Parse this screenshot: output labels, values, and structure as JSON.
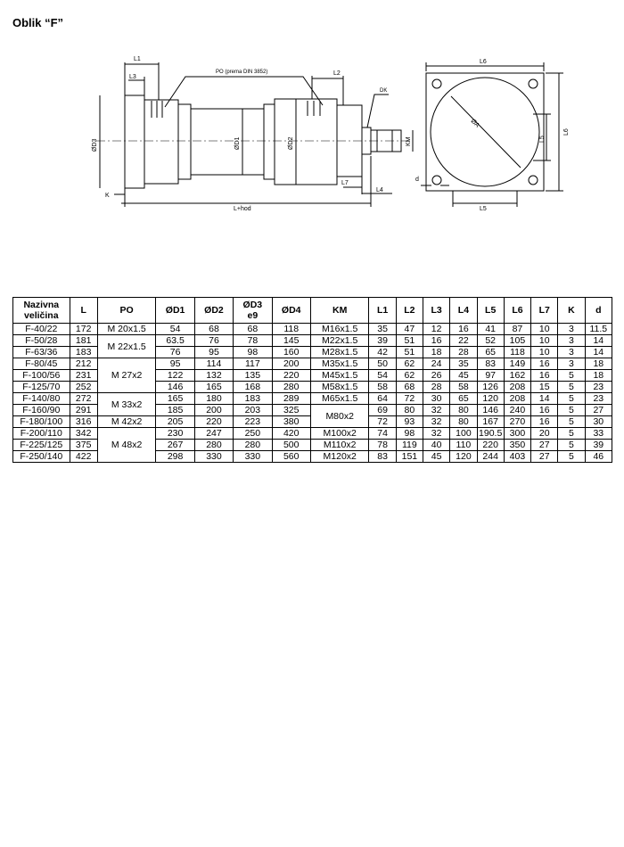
{
  "page": {
    "title": "Oblik “F”"
  },
  "drawing": {
    "labels": {
      "L1": "L1",
      "L3": "L3",
      "PO": "PO (prema DIN 3852)",
      "L2": "L2",
      "DK": "DK",
      "D3": "ØD3",
      "D1": "ØD1",
      "D2": "ØD2",
      "KM": "KM",
      "K": "K",
      "L7": "L7",
      "L4": "L4",
      "Lhod": "L+hod",
      "L6": "L6",
      "DA": "ØA",
      "L5": "L5",
      "d": "d"
    }
  },
  "table": {
    "headers": [
      {
        "k": "name",
        "l1": "Nazivna",
        "l2": "veličina"
      },
      {
        "k": "L",
        "l1": "L",
        "l2": ""
      },
      {
        "k": "PO",
        "l1": "PO",
        "l2": ""
      },
      {
        "k": "D1",
        "l1": "ØD1",
        "l2": ""
      },
      {
        "k": "D2",
        "l1": "ØD2",
        "l2": ""
      },
      {
        "k": "D3",
        "l1": "ØD3",
        "l2": "e9"
      },
      {
        "k": "D4",
        "l1": "ØD4",
        "l2": ""
      },
      {
        "k": "KM",
        "l1": "KM",
        "l2": ""
      },
      {
        "k": "L1",
        "l1": "L1",
        "l2": ""
      },
      {
        "k": "L2",
        "l1": "L2",
        "l2": ""
      },
      {
        "k": "L3",
        "l1": "L3",
        "l2": ""
      },
      {
        "k": "L4",
        "l1": "L4",
        "l2": ""
      },
      {
        "k": "L5",
        "l1": "L5",
        "l2": ""
      },
      {
        "k": "L6",
        "l1": "L6",
        "l2": ""
      },
      {
        "k": "L7",
        "l1": "L7",
        "l2": ""
      },
      {
        "k": "K",
        "l1": "K",
        "l2": ""
      },
      {
        "k": "d",
        "l1": "d",
        "l2": ""
      }
    ],
    "rows": [
      {
        "name": "F-40/22",
        "L": "172",
        "PO": "M 20x1.5",
        "PO_span": 1,
        "D1": "54",
        "D2": "68",
        "D3": "68",
        "D4": "118",
        "KM": "M16x1.5",
        "KM_span": 1,
        "L1": "35",
        "L2": "47",
        "L3": "12",
        "L4": "16",
        "L5": "41",
        "L6": "87",
        "L7": "10",
        "K": "3",
        "d": "11.5"
      },
      {
        "name": "F-50/28",
        "L": "181",
        "PO": "M 22x1.5",
        "PO_span": 2,
        "D1": "63.5",
        "D2": "76",
        "D3": "78",
        "D4": "145",
        "KM": "M22x1.5",
        "KM_span": 1,
        "L1": "39",
        "L2": "51",
        "L3": "16",
        "L4": "22",
        "L5": "52",
        "L6": "105",
        "L7": "10",
        "K": "3",
        "d": "14"
      },
      {
        "name": "F-63/36",
        "L": "183",
        "D1": "76",
        "D2": "95",
        "D3": "98",
        "D4": "160",
        "KM": "M28x1.5",
        "KM_span": 1,
        "L1": "42",
        "L2": "51",
        "L3": "18",
        "L4": "28",
        "L5": "65",
        "L6": "118",
        "L7": "10",
        "K": "3",
        "d": "14"
      },
      {
        "name": "F-80/45",
        "L": "212",
        "PO": "M 27x2",
        "PO_span": 3,
        "D1": "95",
        "D2": "114",
        "D3": "117",
        "D4": "200",
        "KM": "M35x1.5",
        "KM_span": 1,
        "L1": "50",
        "L2": "62",
        "L3": "24",
        "L4": "35",
        "L5": "83",
        "L6": "149",
        "L7": "16",
        "K": "3",
        "d": "18"
      },
      {
        "name": "F-100/56",
        "L": "231",
        "D1": "122",
        "D2": "132",
        "D3": "135",
        "D4": "220",
        "KM": "M45x1.5",
        "KM_span": 1,
        "L1": "54",
        "L2": "62",
        "L3": "26",
        "L4": "45",
        "L5": "97",
        "L6": "162",
        "L7": "16",
        "K": "5",
        "d": "18"
      },
      {
        "name": "F-125/70",
        "L": "252",
        "D1": "146",
        "D2": "165",
        "D3": "168",
        "D4": "280",
        "KM": "M58x1.5",
        "KM_span": 1,
        "L1": "58",
        "L2": "68",
        "L3": "28",
        "L4": "58",
        "L5": "126",
        "L6": "208",
        "L7": "15",
        "K": "5",
        "d": "23"
      },
      {
        "name": "F-140/80",
        "L": "272",
        "PO": "M 33x2",
        "PO_span": 2,
        "D1": "165",
        "D2": "180",
        "D3": "183",
        "D4": "289",
        "KM": "M65x1.5",
        "KM_span": 1,
        "L1": "64",
        "L2": "72",
        "L3": "30",
        "L4": "65",
        "L5": "120",
        "L6": "208",
        "L7": "14",
        "K": "5",
        "d": "23"
      },
      {
        "name": "F-160/90",
        "L": "291",
        "D1": "185",
        "D2": "200",
        "D3": "203",
        "D4": "325",
        "KM": "M80x2",
        "KM_span": 2,
        "L1": "69",
        "L2": "80",
        "L3": "32",
        "L4": "80",
        "L5": "146",
        "L6": "240",
        "L7": "16",
        "K": "5",
        "d": "27"
      },
      {
        "name": "F-180/100",
        "L": "316",
        "PO": "M 42x2",
        "PO_span": 1,
        "D1": "205",
        "D2": "220",
        "D3": "223",
        "D4": "380",
        "L1": "72",
        "L2": "93",
        "L3": "32",
        "L4": "80",
        "L5": "167",
        "L6": "270",
        "L7": "16",
        "K": "5",
        "d": "30"
      },
      {
        "name": "F-200/110",
        "L": "342",
        "PO": "M 48x2",
        "PO_span": 3,
        "D1": "230",
        "D2": "247",
        "D3": "250",
        "D4": "420",
        "KM": "M100x2",
        "KM_span": 1,
        "L1": "74",
        "L2": "98",
        "L3": "32",
        "L4": "100",
        "L5": "190.5",
        "L6": "300",
        "L7": "20",
        "K": "5",
        "d": "33"
      },
      {
        "name": "F-225/125",
        "L": "375",
        "D1": "267",
        "D2": "280",
        "D3": "280",
        "D4": "500",
        "KM": "M110x2",
        "KM_span": 1,
        "L1": "78",
        "L2": "119",
        "L3": "40",
        "L4": "110",
        "L5": "220",
        "L6": "350",
        "L7": "27",
        "K": "5",
        "d": "39"
      },
      {
        "name": "F-250/140",
        "L": "422",
        "D1": "298",
        "D2": "330",
        "D3": "330",
        "D4": "560",
        "KM": "M120x2",
        "KM_span": 1,
        "L1": "83",
        "L2": "151",
        "L3": "45",
        "L4": "120",
        "L5": "244",
        "L6": "403",
        "L7": "27",
        "K": "5",
        "d": "46"
      }
    ]
  }
}
